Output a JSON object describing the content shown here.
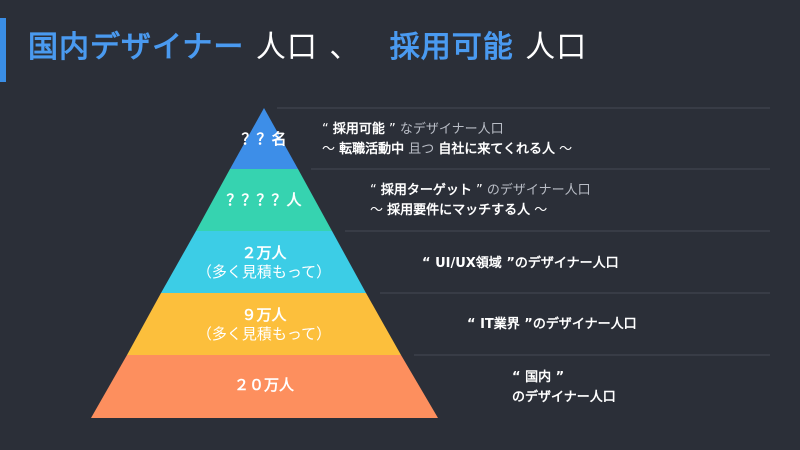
{
  "title": {
    "part1": "国内デザイナー",
    "part2": "人口",
    "part3": "、",
    "part4": "採用可能",
    "part5": "人口"
  },
  "tiers": [
    {
      "label": "？？名",
      "sub": "",
      "color": "#3d8ee8"
    },
    {
      "label": "？？？？人",
      "sub": "",
      "color": "#36d3b0"
    },
    {
      "label": "２万人",
      "sub": "（多く見積もって）",
      "color": "#3ccde6"
    },
    {
      "label": "９万人",
      "sub": "（多く見積もって）",
      "color": "#fcbf3c"
    },
    {
      "label": "２０万人",
      "sub": "",
      "color": "#fd8f5e"
    }
  ],
  "descriptions": [
    {
      "line1": {
        "q1": "“ ",
        "b": "採用可能",
        "q2": " ” ",
        "g": "なデザイナー人口"
      },
      "line2": {
        "t1": "〜 ",
        "b1": "転職活動中",
        "g": " 且つ ",
        "b2": "自社に来てくれる人",
        "t2": " 〜"
      }
    },
    {
      "line1": {
        "q1": "“ ",
        "b": "採用ターゲット",
        "q2": " ” ",
        "g": "のデザイナー人口"
      },
      "line2": {
        "t1": "〜 ",
        "b1": "採用要件にマッチする人",
        "t2": " 〜"
      }
    },
    {
      "line1": {
        "text": "“ UI/UX領域 ”のデザイナー人口"
      }
    },
    {
      "line1": {
        "text": "“ IT業界 ”のデザイナー人口"
      }
    },
    {
      "line1": {
        "text": "“ 国内 ”"
      },
      "line2": {
        "text": "のデザイナー人口"
      }
    }
  ],
  "colors": {
    "background": "#2b2f38",
    "accent": "#3a8ee6",
    "separator": "#454a55"
  }
}
